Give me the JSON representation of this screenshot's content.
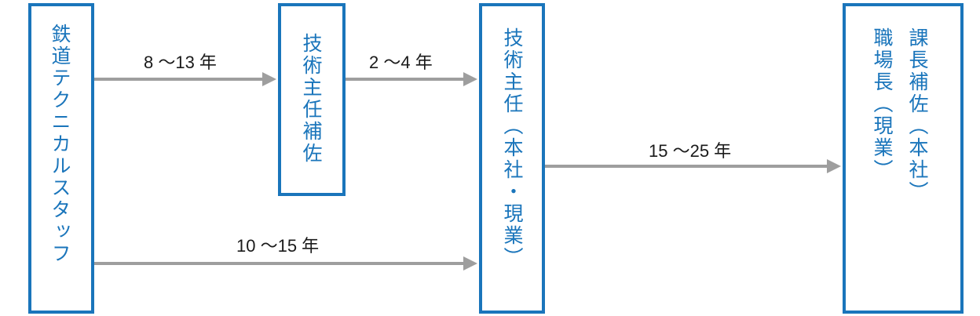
{
  "nodes": {
    "tech_staff": "鉄道テクニカルスタッフ",
    "assistant_chief": "技術主任補佐",
    "chief": "技術主任（本社・現業）",
    "section_chief_assistant": "課長補佐（本社）",
    "workplace_chief": "職場長（現業）"
  },
  "edges": {
    "staff_to_assistant": "8 〜13 年",
    "assistant_to_chief": "2 〜4 年",
    "chief_to_manager": "15 〜25 年",
    "staff_to_chief": "10 〜15 年"
  },
  "colors": {
    "box_border": "#1a75bb",
    "box_text": "#1a75bb",
    "arrow": "#9e9e9e",
    "label_text": "#1a1a1a"
  }
}
